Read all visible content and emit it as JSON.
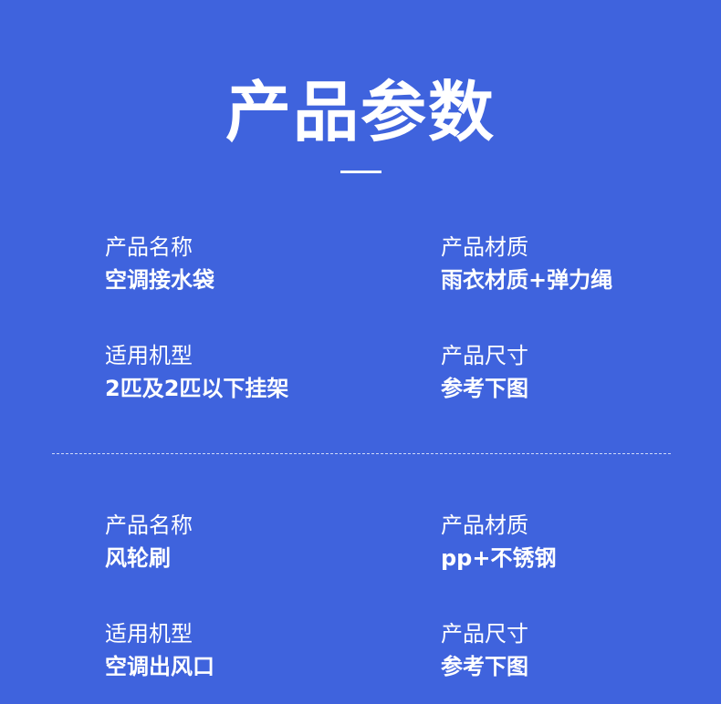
{
  "header": {
    "title": "产品参数"
  },
  "groups": [
    {
      "name_label": "产品名称",
      "name_value": "空调接水袋",
      "material_label": "产品材质",
      "material_value": "雨衣材质+弹力绳",
      "model_label": "适用机型",
      "model_value": "2匹及2匹以下挂架",
      "size_label": "产品尺寸",
      "size_value": "参考下图"
    },
    {
      "name_label": "产品名称",
      "name_value": "风轮刷",
      "material_label": "产品材质",
      "material_value": "pp+不锈钢",
      "model_label": "适用机型",
      "model_value": "空调出风口",
      "size_label": "产品尺寸",
      "size_value": "参考下图"
    }
  ]
}
